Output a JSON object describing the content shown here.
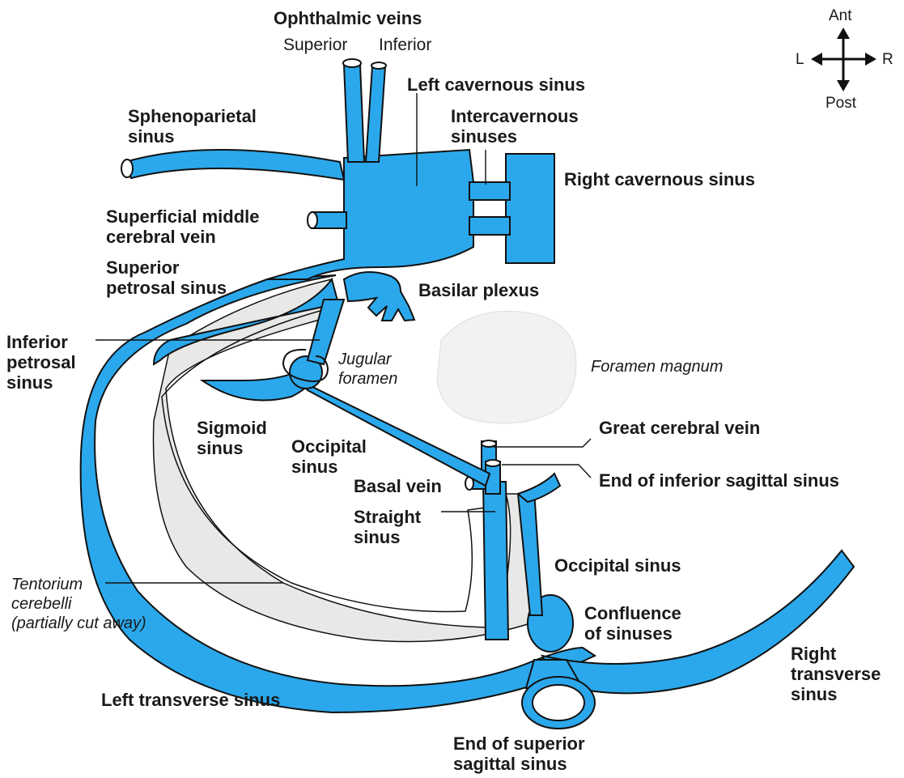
{
  "colors": {
    "vein": "#2ba8ec",
    "outline": "#111111",
    "tentorium": "#e8e8e6",
    "foramen": "#f2f2f2",
    "background": "#ffffff"
  },
  "compass": {
    "anterior": "Ant",
    "posterior": "Post",
    "left": "L",
    "right": "R"
  },
  "labels": {
    "ophthalmic_veins": "Ophthalmic veins",
    "ophthalmic_superior": "Superior",
    "ophthalmic_inferior": "Inferior",
    "left_cavernous_sinus": "Left cavernous sinus",
    "intercavernous_sinuses": "Intercavernous\nsinuses",
    "right_cavernous_sinus": "Right cavernous sinus",
    "sphenoparietal_sinus": "Sphenoparietal\nsinus",
    "superficial_middle_cerebral_vein": "Superficial middle\ncerebral vein",
    "superior_petrosal_sinus": "Superior\npetrosal sinus",
    "basilar_plexus": "Basilar plexus",
    "inferior_petrosal_sinus": "Inferior\npetrosal\nsinus",
    "jugular_foramen": "Jugular\nforamen",
    "foramen_magnum": "Foramen magnum",
    "sigmoid_sinus": "Sigmoid\nsinus",
    "occipital_sinus_left": "Occipital\nsinus",
    "great_cerebral_vein": "Great cerebral vein",
    "end_of_inferior_sagittal_sinus": "End of inferior sagittal sinus",
    "basal_vein": "Basal vein",
    "straight_sinus": "Straight\nsinus",
    "occipital_sinus_right": "Occipital sinus",
    "tentorium_cerebelli": "Tentorium\ncerebelli\n(partially cut away)",
    "confluence_of_sinuses": "Confluence\nof sinuses",
    "right_transverse_sinus": "Right\ntransverse\nsinus",
    "left_transverse_sinus": "Left transverse sinus",
    "end_of_superior_sagittal_sinus": "End of superior\nsagittal sinus"
  }
}
